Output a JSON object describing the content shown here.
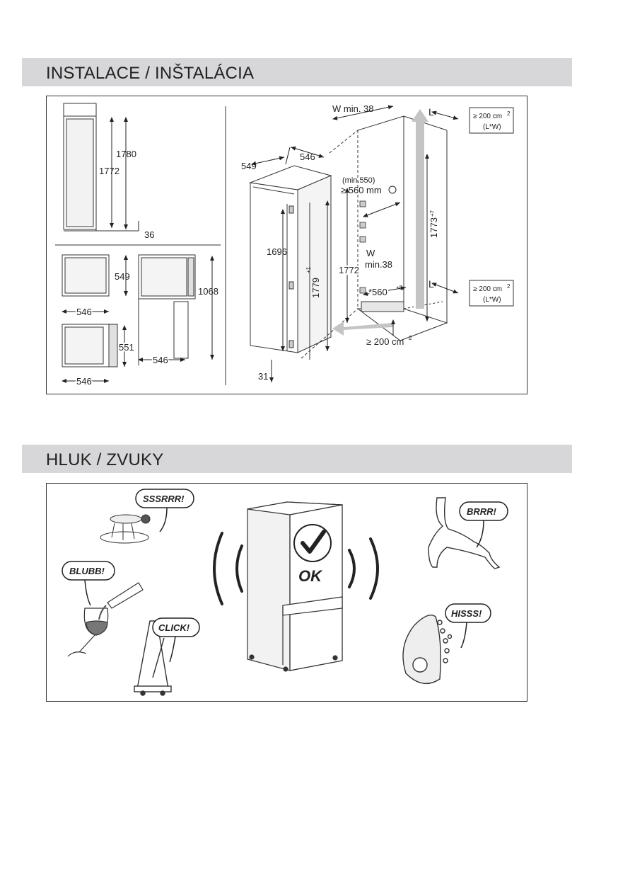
{
  "installation": {
    "title": "INSTALACE / INŠTALÁCIA",
    "side_view": {
      "height_outer": "1780",
      "height_inner": "1772",
      "base": "36"
    },
    "top_views": {
      "a_depth": "549",
      "a_width": "546",
      "b_depth": "1068",
      "b_width": "546",
      "c_depth": "551",
      "c_width": "546"
    },
    "iso": {
      "w_top": "W min. 38",
      "depth": "549",
      "width": "546",
      "min_550": "(min.550)",
      "min_560": "≥ 560 mm",
      "h_1696": "1696",
      "h_1779": "1779",
      "h_1779_sup": "+1",
      "h_1772": "1772",
      "h_1773": "1773",
      "h_1773_sup": "+7",
      "w_side": "W",
      "w_side_min": "min.38",
      "niche_width": "*560",
      "niche_width_sup": "+8",
      "bottom_gap": "31",
      "vent_bottom": "≥ 200 cm",
      "vent_top_label": "≥ 200 cm",
      "vent_lw": "(L*W)",
      "vent_bot_label": "≥ 200 cm",
      "l_top": "L",
      "l_bottom": "L",
      "sup2": "2"
    }
  },
  "noise": {
    "title": "HLUK / ZVUKY",
    "sounds": {
      "fly": "SSSRRR!",
      "wine": "BLUBB!",
      "metronome": "CLICK!",
      "cat": "BRRR!",
      "iron": "HISSS!"
    },
    "ok_label": "OK"
  },
  "colors": {
    "header_bg": "#d7d7d9",
    "line": "#333333",
    "arrow_grey": "#b8b8b8"
  }
}
